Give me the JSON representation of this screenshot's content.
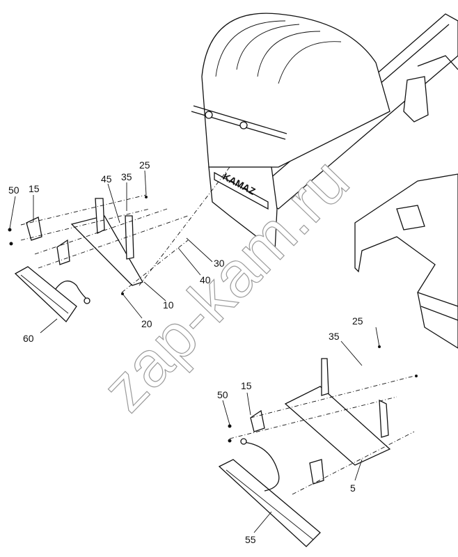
{
  "diagram": {
    "title": "Mudguard and rear lamp mounting",
    "mudflap_text": "KAMAZ",
    "watermark": "zap-kam.ru",
    "callouts_left": [
      "50",
      "15",
      "45",
      "35",
      "25",
      "30",
      "40",
      "10",
      "20",
      "60"
    ],
    "callouts_right": [
      "25",
      "35",
      "15",
      "50",
      "5",
      "55"
    ]
  }
}
